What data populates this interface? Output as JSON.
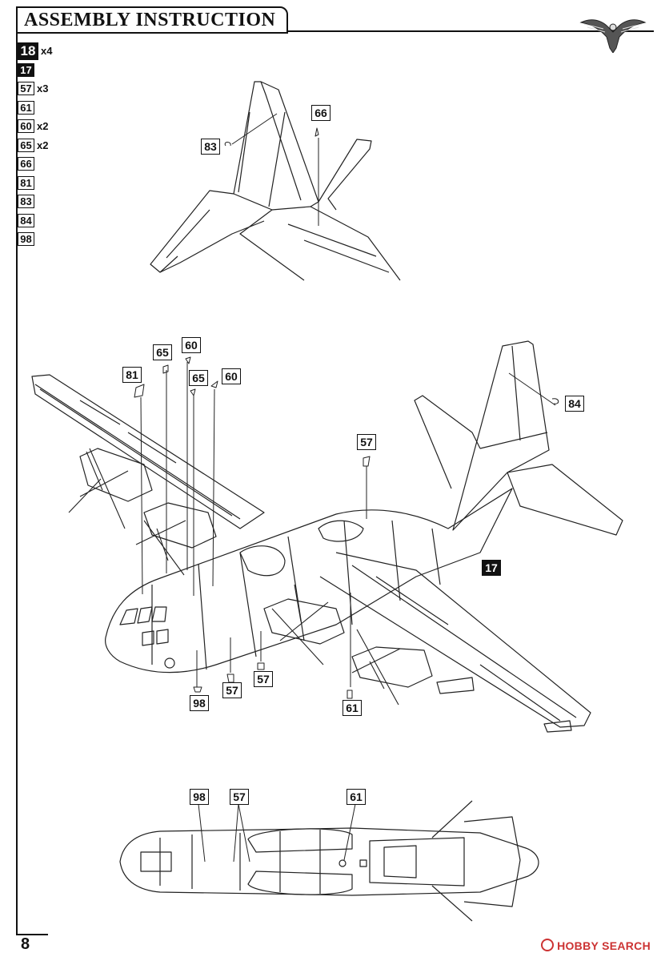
{
  "header": {
    "title": "ASSEMBLY INSTRUCTION",
    "page_number": "8"
  },
  "parts_list": [
    {
      "number": "18",
      "qty": "x4",
      "style": "inverted-large"
    },
    {
      "number": "17",
      "qty": "",
      "style": "inverted"
    },
    {
      "number": "57",
      "qty": "x3",
      "style": "outline"
    },
    {
      "number": "61",
      "qty": "",
      "style": "outline"
    },
    {
      "number": "60",
      "qty": "x2",
      "style": "outline"
    },
    {
      "number": "65",
      "qty": "x2",
      "style": "outline"
    },
    {
      "number": "66",
      "qty": "",
      "style": "outline"
    },
    {
      "number": "81",
      "qty": "",
      "style": "outline"
    },
    {
      "number": "83",
      "qty": "",
      "style": "outline"
    },
    {
      "number": "84",
      "qty": "",
      "style": "outline"
    },
    {
      "number": "98",
      "qty": "",
      "style": "outline"
    }
  ],
  "tail_view": {
    "callouts": {
      "c66": "66",
      "c83": "83"
    }
  },
  "main_view": {
    "callouts": {
      "c65a": "65",
      "c60a": "60",
      "c81": "81",
      "c65b": "65",
      "c60b": "60",
      "c84": "84",
      "c57a": "57",
      "c17": "17",
      "c98": "98",
      "c57b": "57",
      "c57c": "57",
      "c61": "61"
    }
  },
  "bottom_view": {
    "callouts": {
      "c98": "98",
      "c57": "57",
      "c61": "61"
    }
  },
  "watermark": {
    "text": "HOBBY SEARCH"
  }
}
